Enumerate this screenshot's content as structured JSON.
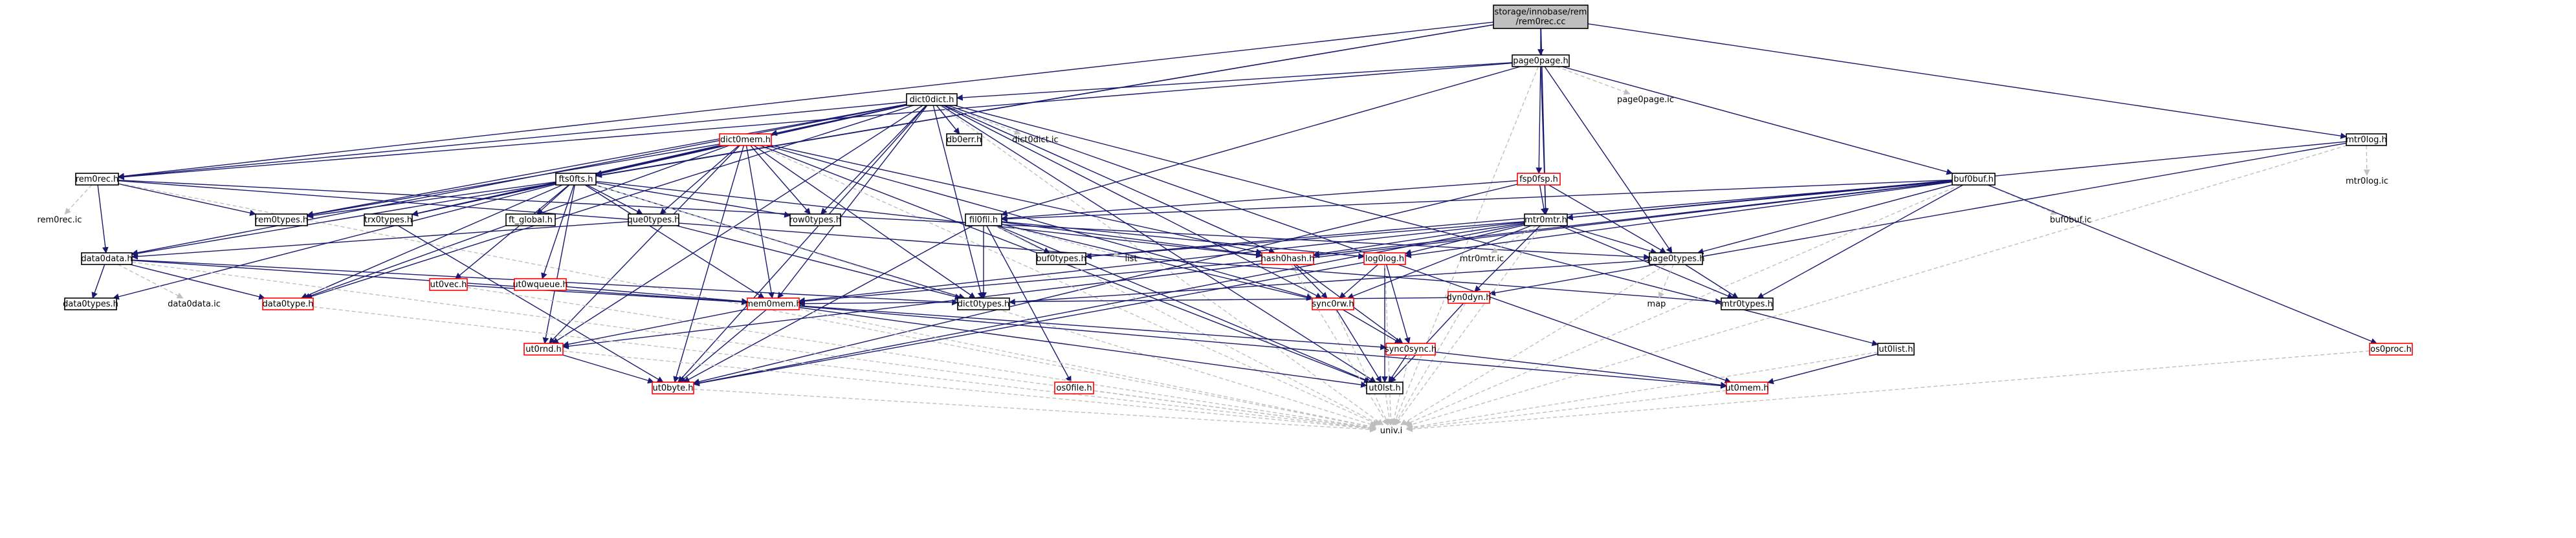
{
  "colors": {
    "edge": "#191970",
    "edge_sys": "#bfbfbf",
    "node_border": "#000000",
    "node_border_missing": "#ff0000",
    "root_fill": "#bfbfbf"
  },
  "nodes": [
    {
      "id": "rem0rec_cc",
      "label": "storage/innobase/rem\n/rem0rec.cc",
      "kind": "root"
    },
    {
      "id": "page0page_h",
      "label": "page0page.h",
      "kind": "normal"
    },
    {
      "id": "mtr0log_h",
      "label": "mtr0log.h",
      "kind": "normal"
    },
    {
      "id": "dict0dict_h",
      "label": "dict0dict.h",
      "kind": "normal"
    },
    {
      "id": "page0page_ic",
      "label": "page0page.ic",
      "kind": "sys"
    },
    {
      "id": "fsp0fsp_h",
      "label": "fsp0fsp.h",
      "kind": "missing"
    },
    {
      "id": "buf0buf_h",
      "label": "buf0buf.h",
      "kind": "normal"
    },
    {
      "id": "mtr0log_ic",
      "label": "mtr0log.ic",
      "kind": "sys"
    },
    {
      "id": "db0err_h",
      "label": "db0err.h",
      "kind": "normal"
    },
    {
      "id": "dict0dict_ic",
      "label": "dict0dict.ic",
      "kind": "sys"
    },
    {
      "id": "dict0mem_h",
      "label": "dict0mem.h",
      "kind": "missing"
    },
    {
      "id": "rem0rec_h",
      "label": "rem0rec.h",
      "kind": "normal"
    },
    {
      "id": "fts0fts_h",
      "label": "fts0fts.h",
      "kind": "normal"
    },
    {
      "id": "mtr0mtr_h",
      "label": "mtr0mtr.h",
      "kind": "normal"
    },
    {
      "id": "rem0rec_ic",
      "label": "rem0rec.ic",
      "kind": "sys"
    },
    {
      "id": "rem0types_h",
      "label": "rem0types.h",
      "kind": "normal"
    },
    {
      "id": "trx0types_h",
      "label": "trx0types.h",
      "kind": "normal"
    },
    {
      "id": "ft_global_h",
      "label": "ft_global.h",
      "kind": "normal"
    },
    {
      "id": "que0types_h",
      "label": "que0types.h",
      "kind": "normal"
    },
    {
      "id": "row0types_h",
      "label": "row0types.h",
      "kind": "normal"
    },
    {
      "id": "fil0fil_h",
      "label": "fil0fil.h",
      "kind": "normal"
    },
    {
      "id": "buf0buf_ic",
      "label": "buf0buf.ic",
      "kind": "sys"
    },
    {
      "id": "buf0types_h",
      "label": "buf0types.h",
      "kind": "normal"
    },
    {
      "id": "list",
      "label": "list",
      "kind": "sys"
    },
    {
      "id": "mtr0mtr_ic",
      "label": "mtr0mtr.ic",
      "kind": "sys"
    },
    {
      "id": "page0types_h",
      "label": "page0types.h",
      "kind": "normal"
    },
    {
      "id": "data0data_h",
      "label": "data0data.h",
      "kind": "normal"
    },
    {
      "id": "ut0vec_h",
      "label": "ut0vec.h",
      "kind": "missing"
    },
    {
      "id": "ut0wqueue_h",
      "label": "ut0wqueue.h",
      "kind": "missing"
    },
    {
      "id": "hash0hash_h",
      "label": "hash0hash.h",
      "kind": "missing"
    },
    {
      "id": "log0log_h",
      "label": "log0log.h",
      "kind": "missing"
    },
    {
      "id": "dyn0dyn_h",
      "label": "dyn0dyn.h",
      "kind": "missing"
    },
    {
      "id": "data0types_h",
      "label": "data0types.h",
      "kind": "normal"
    },
    {
      "id": "data0data_ic",
      "label": "data0data.ic",
      "kind": "sys"
    },
    {
      "id": "data0type_h",
      "label": "data0type.h",
      "kind": "missing"
    },
    {
      "id": "mem0mem_h",
      "label": "mem0mem.h",
      "kind": "missing"
    },
    {
      "id": "dict0types_h",
      "label": "dict0types.h",
      "kind": "normal"
    },
    {
      "id": "sync0rw_h",
      "label": "sync0rw.h",
      "kind": "missing"
    },
    {
      "id": "map",
      "label": "map",
      "kind": "sys"
    },
    {
      "id": "mtr0types_h",
      "label": "mtr0types.h",
      "kind": "normal"
    },
    {
      "id": "ut0lst_h",
      "label": "ut0lst.h",
      "kind": "normal"
    },
    {
      "id": "os0proc_h",
      "label": "os0proc.h",
      "kind": "missing"
    },
    {
      "id": "ut0rnd_h",
      "label": "ut0rnd.h",
      "kind": "missing"
    },
    {
      "id": "sync0sync_h",
      "label": "sync0sync.h",
      "kind": "missing"
    },
    {
      "id": "ut0byte_h",
      "label": "ut0byte.h",
      "kind": "missing"
    },
    {
      "id": "os0file_h",
      "label": "os0file.h",
      "kind": "missing"
    },
    {
      "id": "ut0list_h",
      "label": "ut0list.h",
      "kind": "normal"
    },
    {
      "id": "ut0mem_h",
      "label": "ut0mem.h",
      "kind": "missing"
    },
    {
      "id": "univ_i",
      "label": "univ.i",
      "kind": "sys"
    }
  ],
  "edges": [
    [
      "rem0rec_cc",
      "page0page_h"
    ],
    [
      "rem0rec_cc",
      "mtr0log_h"
    ],
    [
      "rem0rec_cc",
      "rem0rec_h"
    ],
    [
      "rem0rec_cc",
      "mtr0mtr_h"
    ],
    [
      "rem0rec_cc",
      "fts0fts_h"
    ],
    [
      "rem0rec_cc",
      "data0data_h"
    ],
    [
      "page0page_h",
      "dict0dict_h"
    ],
    [
      "page0page_h",
      "page0page_ic"
    ],
    [
      "page0page_h",
      "fsp0fsp_h"
    ],
    [
      "page0page_h",
      "buf0buf_h"
    ],
    [
      "page0page_h",
      "fil0fil_h"
    ],
    [
      "page0page_h",
      "page0types_h"
    ],
    [
      "page0page_h",
      "mtr0mtr_h"
    ],
    [
      "page0page_h",
      "rem0rec_h"
    ],
    [
      "page0page_h",
      "univ_i"
    ],
    [
      "mtr0log_h",
      "mtr0log_ic"
    ],
    [
      "mtr0log_h",
      "mtr0mtr_h"
    ],
    [
      "mtr0log_h",
      "dyn0dyn_h"
    ],
    [
      "mtr0log_h",
      "univ_i"
    ],
    [
      "dict0dict_h",
      "db0err_h"
    ],
    [
      "dict0dict_h",
      "dict0dict_ic"
    ],
    [
      "dict0dict_h",
      "dict0mem_h"
    ],
    [
      "dict0dict_h",
      "rem0rec_h"
    ],
    [
      "dict0dict_h",
      "fts0fts_h"
    ],
    [
      "dict0dict_h",
      "rem0types_h"
    ],
    [
      "dict0dict_h",
      "trx0types_h"
    ],
    [
      "dict0dict_h",
      "row0types_h"
    ],
    [
      "dict0dict_h",
      "data0data_h"
    ],
    [
      "dict0dict_h",
      "data0type_h"
    ],
    [
      "dict0dict_h",
      "hash0hash_h"
    ],
    [
      "dict0dict_h",
      "mem0mem_h"
    ],
    [
      "dict0dict_h",
      "dict0types_h"
    ],
    [
      "dict0dict_h",
      "sync0rw_h"
    ],
    [
      "dict0dict_h",
      "ut0lst_h"
    ],
    [
      "dict0dict_h",
      "ut0rnd_h"
    ],
    [
      "dict0dict_h",
      "ut0byte_h"
    ],
    [
      "dict0dict_h",
      "ut0mem_h"
    ],
    [
      "dict0dict_h",
      "ut0list_h"
    ],
    [
      "dict0dict_h",
      "univ_i"
    ],
    [
      "fsp0fsp_h",
      "mtr0mtr_h"
    ],
    [
      "fsp0fsp_h",
      "fil0fil_h"
    ],
    [
      "fsp0fsp_h",
      "page0types_h"
    ],
    [
      "fsp0fsp_h",
      "ut0byte_h"
    ],
    [
      "buf0buf_h",
      "buf0buf_ic"
    ],
    [
      "buf0buf_h",
      "buf0types_h"
    ],
    [
      "buf0buf_h",
      "mtr0mtr_h"
    ],
    [
      "buf0buf_h",
      "fil0fil_h"
    ],
    [
      "buf0buf_h",
      "page0types_h"
    ],
    [
      "buf0buf_h",
      "hash0hash_h"
    ],
    [
      "buf0buf_h",
      "mtr0types_h"
    ],
    [
      "buf0buf_h",
      "ut0rnd_h"
    ],
    [
      "buf0buf_h",
      "os0proc_h"
    ],
    [
      "buf0buf_h",
      "log0log_h"
    ],
    [
      "buf0buf_h",
      "univ_i"
    ],
    [
      "dict0mem_h",
      "fts0fts_h"
    ],
    [
      "dict0mem_h",
      "rem0types_h"
    ],
    [
      "dict0mem_h",
      "trx0types_h"
    ],
    [
      "dict0mem_h",
      "que0types_h"
    ],
    [
      "dict0mem_h",
      "row0types_h"
    ],
    [
      "dict0mem_h",
      "data0type_h"
    ],
    [
      "dict0mem_h",
      "mem0mem_h"
    ],
    [
      "dict0mem_h",
      "dict0types_h"
    ],
    [
      "dict0mem_h",
      "hash0hash_h"
    ],
    [
      "dict0mem_h",
      "sync0rw_h"
    ],
    [
      "dict0mem_h",
      "ut0lst_h"
    ],
    [
      "dict0mem_h",
      "ut0rnd_h"
    ],
    [
      "dict0mem_h",
      "ut0byte_h"
    ],
    [
      "dict0mem_h",
      "univ_i"
    ],
    [
      "rem0rec_h",
      "rem0rec_ic"
    ],
    [
      "rem0rec_h",
      "rem0types_h"
    ],
    [
      "rem0rec_h",
      "data0data_h"
    ],
    [
      "rem0rec_h",
      "mtr0types_h"
    ],
    [
      "rem0rec_h",
      "page0types_h"
    ],
    [
      "rem0rec_h",
      "univ_i"
    ],
    [
      "fts0fts_h",
      "rem0types_h"
    ],
    [
      "fts0fts_h",
      "trx0types_h"
    ],
    [
      "fts0fts_h",
      "ft_global_h"
    ],
    [
      "fts0fts_h",
      "que0types_h"
    ],
    [
      "fts0fts_h",
      "row0types_h"
    ],
    [
      "fts0fts_h",
      "ut0vec_h"
    ],
    [
      "fts0fts_h",
      "ut0wqueue_h"
    ],
    [
      "fts0fts_h",
      "hash0hash_h"
    ],
    [
      "fts0fts_h",
      "data0type_h"
    ],
    [
      "fts0fts_h",
      "data0types_h"
    ],
    [
      "fts0fts_h",
      "mem0mem_h"
    ],
    [
      "fts0fts_h",
      "dict0types_h"
    ],
    [
      "fts0fts_h",
      "ut0rnd_h"
    ],
    [
      "fts0fts_h",
      "univ_i"
    ],
    [
      "mtr0mtr_h",
      "mtr0mtr_ic"
    ],
    [
      "mtr0mtr_h",
      "buf0types_h"
    ],
    [
      "mtr0mtr_h",
      "page0types_h"
    ],
    [
      "mtr0mtr_h",
      "log0log_h"
    ],
    [
      "mtr0mtr_h",
      "dyn0dyn_h"
    ],
    [
      "mtr0mtr_h",
      "mtr0types_h"
    ],
    [
      "mtr0mtr_h",
      "sync0rw_h"
    ],
    [
      "mtr0mtr_h",
      "mem0mem_h"
    ],
    [
      "mtr0mtr_h",
      "hash0hash_h"
    ],
    [
      "mtr0mtr_h",
      "ut0byte_h"
    ],
    [
      "mtr0mtr_h",
      "univ_i"
    ],
    [
      "trx0types_h",
      "ut0byte_h"
    ],
    [
      "que0types_h",
      "data0data_h"
    ],
    [
      "que0types_h",
      "dict0types_h"
    ],
    [
      "fil0fil_h",
      "buf0types_h"
    ],
    [
      "fil0fil_h",
      "list"
    ],
    [
      "fil0fil_h",
      "dict0types_h"
    ],
    [
      "fil0fil_h",
      "log0log_h"
    ],
    [
      "fil0fil_h",
      "sync0rw_h"
    ],
    [
      "fil0fil_h",
      "os0file_h"
    ],
    [
      "fil0fil_h",
      "ut0byte_h"
    ],
    [
      "fil0fil_h",
      "hash0hash_h"
    ],
    [
      "fil0fil_h",
      "ut0lst_h"
    ],
    [
      "fil0fil_h",
      "univ_i"
    ],
    [
      "page0types_h",
      "map"
    ],
    [
      "page0types_h",
      "dict0types_h"
    ],
    [
      "page0types_h",
      "mtr0types_h"
    ],
    [
      "page0types_h",
      "univ_i"
    ],
    [
      "data0data_h",
      "data0types_h"
    ],
    [
      "data0data_h",
      "data0data_ic"
    ],
    [
      "data0data_h",
      "data0type_h"
    ],
    [
      "data0data_h",
      "mem0mem_h"
    ],
    [
      "data0data_h",
      "dict0types_h"
    ],
    [
      "data0data_h",
      "univ_i"
    ],
    [
      "ut0vec_h",
      "mem0mem_h"
    ],
    [
      "ut0vec_h",
      "univ_i"
    ],
    [
      "ut0wqueue_h",
      "mem0mem_h"
    ],
    [
      "hash0hash_h",
      "mem0mem_h"
    ],
    [
      "hash0hash_h",
      "sync0rw_h"
    ],
    [
      "hash0hash_h",
      "sync0sync_h"
    ],
    [
      "hash0hash_h",
      "univ_i"
    ],
    [
      "log0log_h",
      "sync0rw_h"
    ],
    [
      "log0log_h",
      "sync0sync_h"
    ],
    [
      "log0log_h",
      "ut0byte_h"
    ],
    [
      "log0log_h",
      "ut0lst_h"
    ],
    [
      "log0log_h",
      "univ_i"
    ],
    [
      "dyn0dyn_h",
      "mem0mem_h"
    ],
    [
      "dyn0dyn_h",
      "ut0lst_h"
    ],
    [
      "dyn0dyn_h",
      "univ_i"
    ],
    [
      "data0type_h",
      "univ_i"
    ],
    [
      "mem0mem_h",
      "ut0rnd_h"
    ],
    [
      "mem0mem_h",
      "sync0sync_h"
    ],
    [
      "mem0mem_h",
      "ut0mem_h"
    ],
    [
      "mem0mem_h",
      "ut0byte_h"
    ],
    [
      "mem0mem_h",
      "ut0lst_h"
    ],
    [
      "mem0mem_h",
      "univ_i"
    ],
    [
      "sync0rw_h",
      "sync0sync_h"
    ],
    [
      "sync0rw_h",
      "ut0lst_h"
    ],
    [
      "sync0rw_h",
      "univ_i"
    ],
    [
      "ut0list_h",
      "ut0mem_h"
    ],
    [
      "ut0list_h",
      "univ_i"
    ],
    [
      "ut0rnd_h",
      "ut0byte_h"
    ],
    [
      "ut0rnd_h",
      "univ_i"
    ],
    [
      "sync0sync_h",
      "ut0lst_h"
    ],
    [
      "sync0sync_h",
      "ut0mem_h"
    ],
    [
      "sync0sync_h",
      "univ_i"
    ],
    [
      "ut0byte_h",
      "univ_i"
    ],
    [
      "os0file_h",
      "univ_i"
    ],
    [
      "ut0mem_h",
      "univ_i"
    ],
    [
      "ut0lst_h",
      "univ_i"
    ],
    [
      "os0proc_h",
      "univ_i"
    ]
  ]
}
